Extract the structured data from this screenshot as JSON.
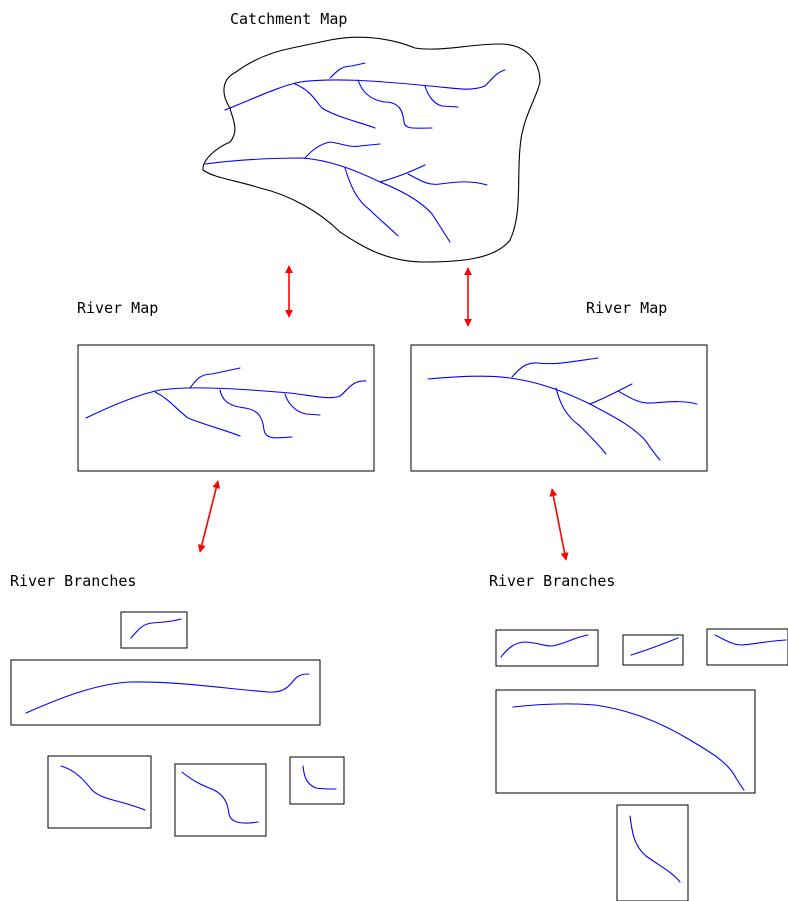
{
  "labels": {
    "catchment_map": "Catchment Map",
    "river_map_left": "River Map",
    "river_map_right": "River Map",
    "river_branches_left": "River Branches",
    "river_branches_right": "River Branches"
  },
  "colors": {
    "river": "#0000ff",
    "arrow": "#ff0000",
    "outline": "#000000"
  }
}
